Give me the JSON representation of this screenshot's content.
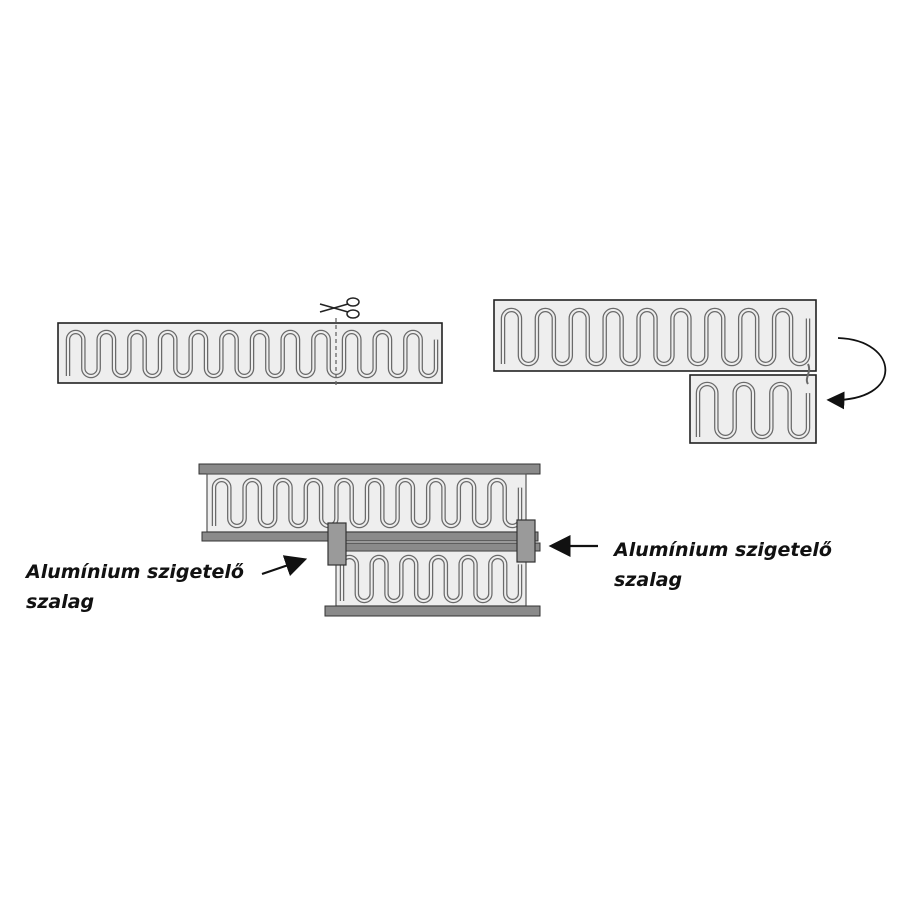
{
  "callouts": {
    "left": {
      "line1": "Alumínium szigetelő",
      "line2": "szalag"
    },
    "right": {
      "line1": "Alumínium szigetelő",
      "line2": "szalag"
    }
  },
  "colors": {
    "mat_fill": "#eeeeee",
    "mat_stroke": "#222222",
    "wire": "#6a6a6a",
    "rail": "#8a8a8a",
    "bracket": "#9a9a9a"
  },
  "icons": [
    "scissors-icon",
    "curved-arrow-icon",
    "pointer-arrow-icon"
  ]
}
